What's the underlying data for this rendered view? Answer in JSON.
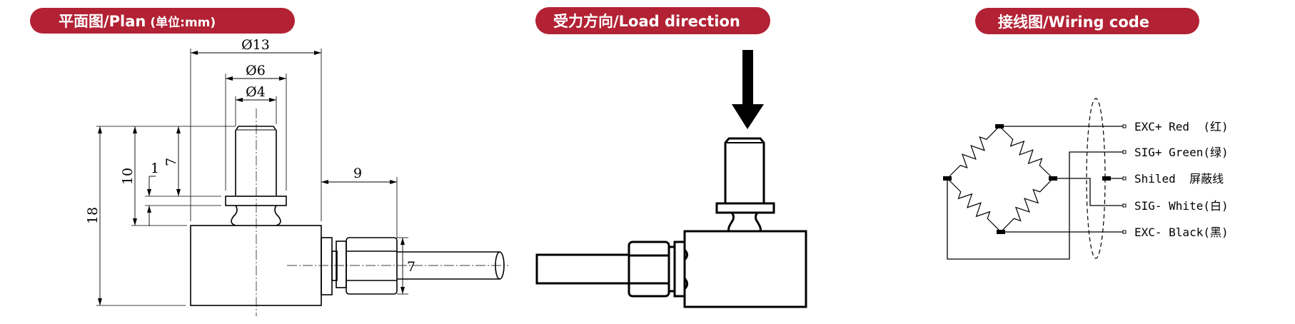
{
  "headers": {
    "plan": {
      "title": "平面图/Plan",
      "unit": "(单位:mm)"
    },
    "load": {
      "title": "受力方向/Load direction"
    },
    "wiring": {
      "title": "接线图/Wiring code"
    }
  },
  "plan_dimensions": {
    "dia_body": "Ø13",
    "dia_flange": "Ø6",
    "dia_pin": "Ø4",
    "total_height": "18",
    "height_10": "10",
    "pin_height": "7",
    "flange_thickness": "1",
    "fitting_length": "9",
    "fitting_height": "7"
  },
  "wiring": {
    "wires": [
      {
        "label": "EXC+ Red  (红)",
        "color": "#d40000"
      },
      {
        "label": "SIG+ Green(绿)",
        "color": "#008000"
      },
      {
        "label": "Shiled  屏蔽线",
        "color": "#000000"
      },
      {
        "label": "SIG- White(白)",
        "color": "#ffffff"
      },
      {
        "label": "EXC- Black(黑)",
        "color": "#000000"
      }
    ]
  },
  "colors": {
    "header_bg": "#b22234",
    "header_text": "#ffffff"
  }
}
